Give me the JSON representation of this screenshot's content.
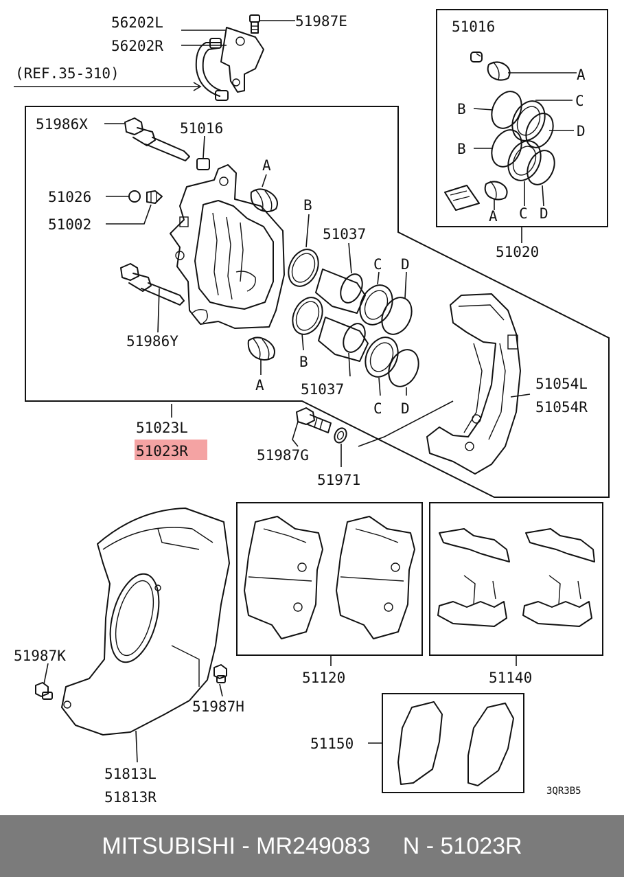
{
  "labels": {
    "l56202L": "56202L",
    "l56202R": "56202R",
    "l51987E": "51987E",
    "ref": "(REF.35-310)",
    "l51986X": "51986X",
    "l51016a": "51016",
    "l51026": "51026",
    "l51002": "51002",
    "l51986Y": "51986Y",
    "l51037a": "51037",
    "l51037b": "51037",
    "b1": "B",
    "b2": "B",
    "c1": "C",
    "c2": "C",
    "d1": "D",
    "d2": "D",
    "a1": "A",
    "a2": "A",
    "l51023L": "51023L",
    "l51023R": "51023R",
    "l51987G": "51987G",
    "l51971": "51971",
    "l51054L": "51054L",
    "l51054R": "51054R",
    "kit51016": "51016",
    "kitA1": "A",
    "kitA2": "A",
    "kitB1": "B",
    "kitB2": "B",
    "kitC1": "C",
    "kitC2": "C",
    "kitD1": "D",
    "kitD2": "D",
    "l51020": "51020",
    "l51987K": "51987K",
    "l51987H": "51987H",
    "l51813L": "51813L",
    "l51813R": "51813R",
    "l51120": "51120",
    "l51140": "51140",
    "l51150": "51150",
    "code": "3QR3B5"
  },
  "colors": {
    "highlight": "#f4a3a3",
    "footer_bg": "#7b7b7b",
    "footer_text": "#ffffff"
  },
  "footer": {
    "brand": "MITSUBISHI",
    "sep1": " - ",
    "part_number": "MR249083",
    "spacer": "     ",
    "ref": "N",
    "sep2": " - ",
    "ref_number": "51023R"
  }
}
